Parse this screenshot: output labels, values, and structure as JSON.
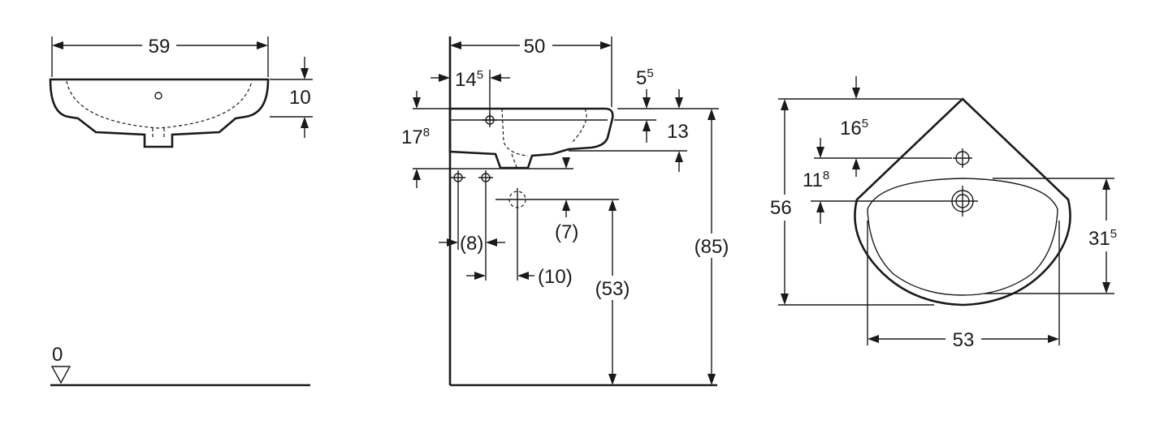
{
  "front": {
    "width": "59",
    "height": "10",
    "floor_level": "0"
  },
  "side": {
    "depth": "50",
    "tap_offset": {
      "base": "14",
      "sup": "5"
    },
    "top_offset": {
      "base": "5",
      "sup": "5"
    },
    "bowl_height": {
      "base": "17",
      "sup": "8"
    },
    "rim_drop": "13",
    "drain_above_outlet": "(7)",
    "outlet_spacing_a": "(8)",
    "outlet_spacing_b": "(10)",
    "outlet_height": "(53)",
    "total_height": "(85)"
  },
  "plan": {
    "depth": "56",
    "tap_hole_depth": {
      "base": "16",
      "sup": "5"
    },
    "overflow_offset": {
      "base": "11",
      "sup": "8"
    },
    "bowl_depth": {
      "base": "31",
      "sup": "5"
    },
    "bowl_width": "53"
  }
}
